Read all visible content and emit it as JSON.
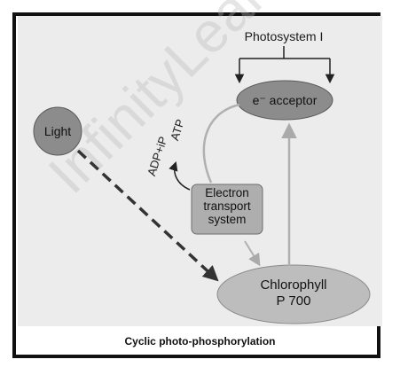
{
  "diagram": {
    "title": "Photosystem I",
    "nodes": {
      "light": "Light",
      "acceptor": "e⁻ acceptor",
      "ets_line1": "Electron",
      "ets_line2": "transport",
      "ets_line3": "system",
      "chlorophyll_line1": "Chlorophyll",
      "chlorophyll_line2": "P 700"
    },
    "labels": {
      "adp": "ADP+iP",
      "atp": "ATP"
    },
    "caption": "Cyclic photo-phosphorylation",
    "watermark": "InfinityLearn.com"
  }
}
